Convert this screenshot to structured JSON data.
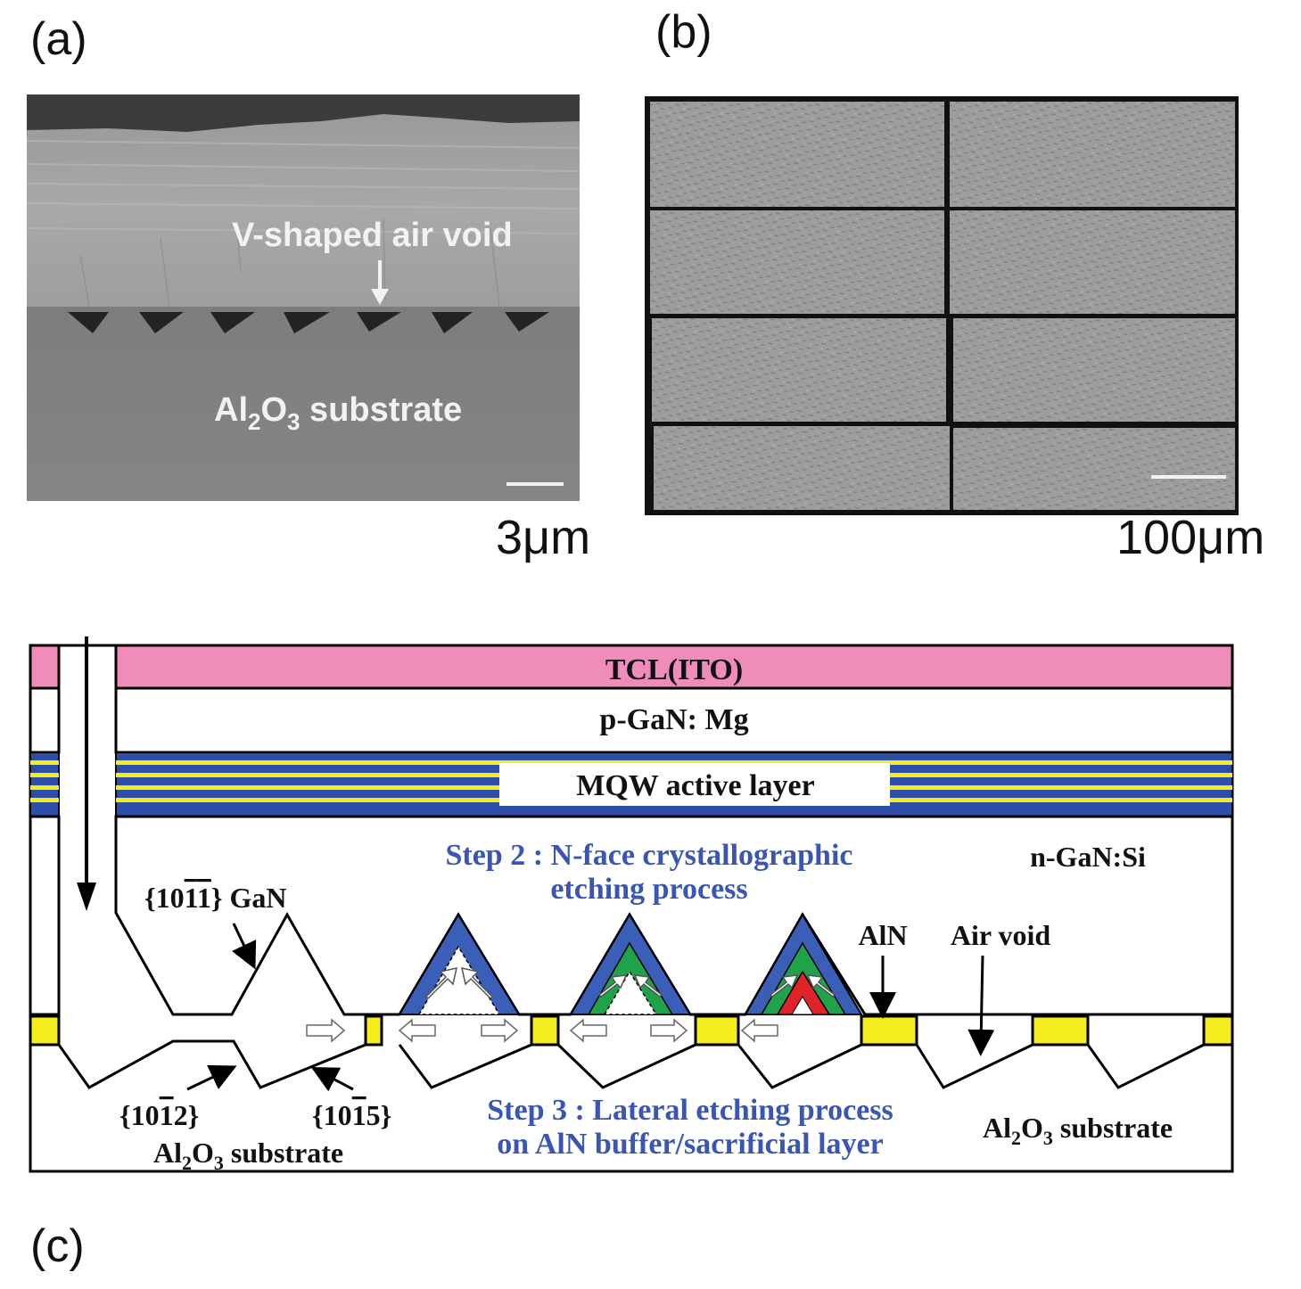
{
  "panels": {
    "a": {
      "label": "(a)",
      "annotation_void": "V-shaped air void",
      "substrate_label": {
        "main": "Al",
        "sub1": "2",
        "mid": "O",
        "sub2": "3",
        "rest": " substrate"
      },
      "scale": "3μm"
    },
    "b": {
      "label": "(b)",
      "scale": "100μm"
    },
    "c": {
      "label": "(c)",
      "layers": {
        "tcl": "TCL(ITO)",
        "p_gan": "p-GaN: Mg",
        "mqw": "MQW active layer",
        "n_gan": "n-GaN:Si"
      },
      "step2_line1": "Step 2 : N-face crystallographic",
      "step2_line2": "etching process",
      "step3_line1": "Step 3 : Lateral etching process",
      "step3_line2": "on AlN buffer/sacrificial layer",
      "facet_gan": {
        "open": "{10",
        "over1": "1",
        "over2": "1",
        "close": "} GaN"
      },
      "facet_sub1": {
        "open": "{10",
        "over": "1",
        "close": "2}"
      },
      "facet_sub2": {
        "open": "{10",
        "over": "1",
        "close": "5}"
      },
      "aln": "AlN",
      "air_void": "Air void",
      "substrate_left": {
        "main": "Al",
        "sub1": "2",
        "mid": "O",
        "sub2": "3",
        "rest": " substrate"
      },
      "substrate_right": {
        "main": "Al",
        "sub1": "2",
        "mid": "O",
        "sub2": "3",
        "rest": " substrate"
      }
    }
  },
  "colors": {
    "tcl": "#f08cba",
    "mqw_blue": "#2c4fa8",
    "mqw_yellow": "#f4ec1c",
    "aln": "#f4ec1c",
    "step_text": "#3a56b4",
    "etch_blue": "#3b5fb8",
    "etch_green": "#1ea24a",
    "etch_red": "#e0232a"
  }
}
